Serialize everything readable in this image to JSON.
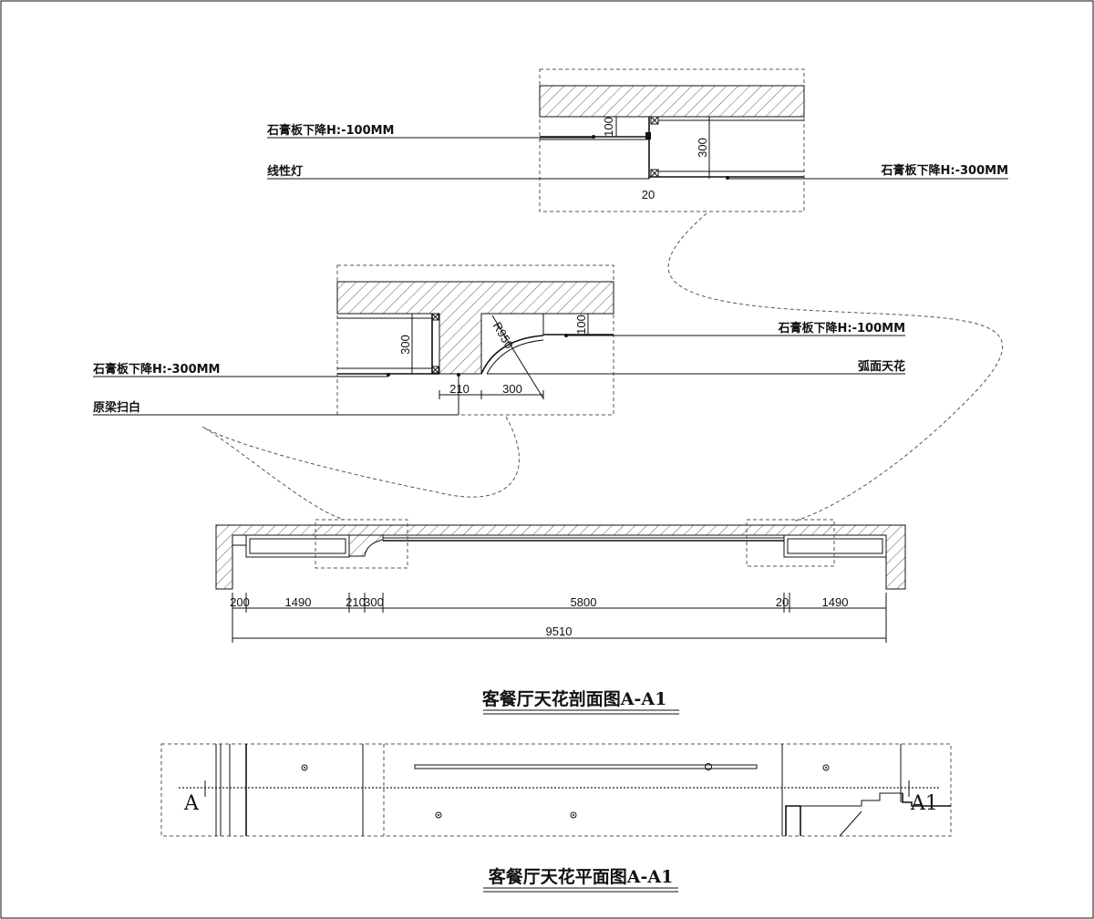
{
  "labels": {
    "d1_gypsum_100": "石膏板下降H:-100MM",
    "d1_linear_light": "线性灯",
    "d1_gypsum_300": "石膏板下降H:-300MM",
    "d2_gypsum_100": "石膏板下降H:-100MM",
    "d2_gypsum_300": "石膏板下降H:-300MM",
    "d2_curved": "弧面天花",
    "d2_beam": "原梁扫白"
  },
  "dims": {
    "d1_100": "100",
    "d1_300": "300",
    "d1_20": "20",
    "d2_r950": "R950",
    "d2_100": "100",
    "d2_300v": "300",
    "d2_210": "210",
    "d2_300h": "300"
  },
  "main_dims": [
    "200",
    "1490",
    "210",
    "300",
    "5800",
    "20",
    "1490"
  ],
  "total_dim": "9510",
  "titles": {
    "section": "客餐厅天花剖面图A-A1",
    "plan": "客餐厅天花平面图A-A1"
  },
  "markers": {
    "left": "A",
    "right": "A1"
  }
}
